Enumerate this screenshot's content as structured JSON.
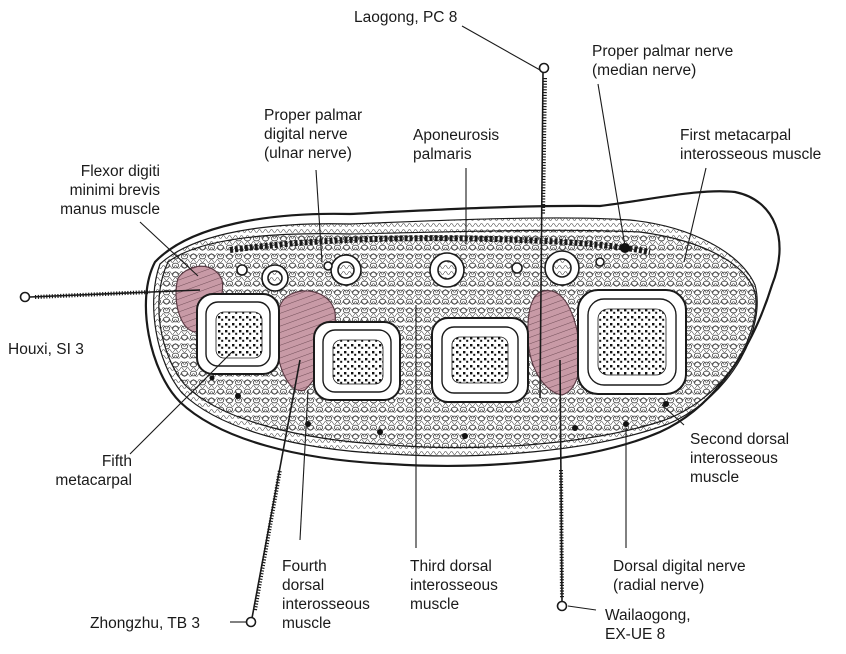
{
  "labels": {
    "laogong": "Laogong, PC 8",
    "proper_palmar_median": [
      "Proper palmar nerve",
      "(median nerve)"
    ],
    "proper_palmar_ulnar": [
      "Proper palmar",
      "digital nerve",
      "(ulnar nerve)"
    ],
    "aponeurosis": [
      "Aponeurosis",
      "palmaris"
    ],
    "first_metacarpal": [
      "First metacarpal",
      "interosseous muscle"
    ],
    "flexor_digiti": [
      "Flexor digiti",
      "minimi brevis",
      "manus muscle"
    ],
    "houxi": "Houxi, SI 3",
    "fifth_metacarpal": [
      "Fifth",
      "metacarpal"
    ],
    "second_dorsal": [
      "Second dorsal",
      "interosseous",
      "muscle"
    ],
    "fourth_dorsal": [
      "Fourth",
      "dorsal",
      "interosseous",
      "muscle"
    ],
    "third_dorsal": [
      "Third dorsal",
      "interosseous",
      "muscle"
    ],
    "dorsal_digital": [
      "Dorsal digital nerve",
      "(radial nerve)"
    ],
    "zhongzhu": "Zhongzhu, TB 3",
    "wailaogong": [
      "Wailaogong,",
      "EX-UE 8"
    ]
  },
  "colors": {
    "ink": "#1a1a1a",
    "muscle_tint": "#c89aa6",
    "bone_fill": "#ffffff"
  }
}
